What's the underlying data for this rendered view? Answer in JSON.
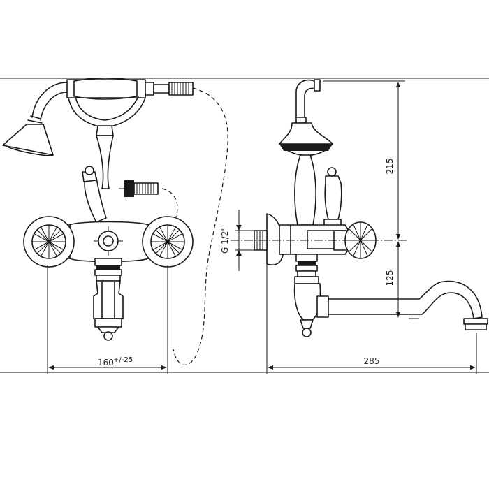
{
  "dimensions": {
    "width_between_handles": "160",
    "width_tolerance": "+/-25",
    "spout_reach": "285",
    "shower_height": "215",
    "spout_height": "125",
    "thread": "G 1/2\""
  },
  "colors": {
    "line": "#1a1a1a",
    "background": "#ffffff"
  }
}
